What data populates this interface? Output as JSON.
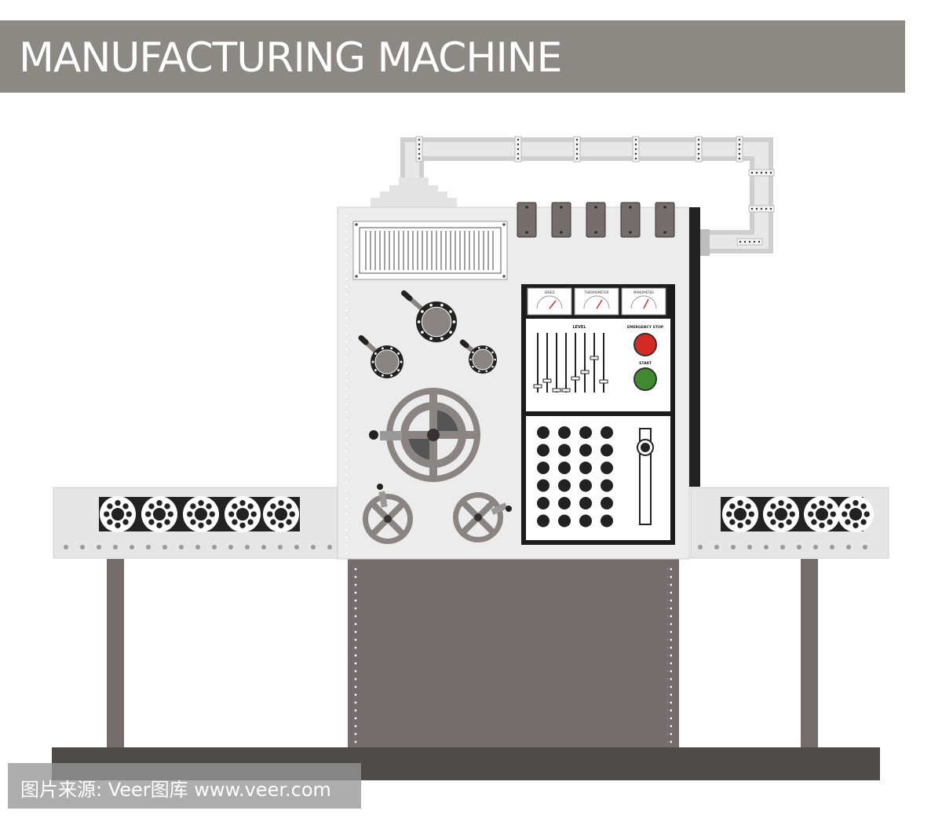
{
  "title": "MANUFACTURING MACHINE",
  "gauges": {
    "speed_label": "SPEED",
    "thermometer_label": "THERMOMETER",
    "manometer_label": "MANOMETER"
  },
  "level_label": "LEVEL",
  "emergency_label": "EMERGENCY STOP",
  "start_label": "START",
  "watermark": "图片来源: Veer图库 www.veer.com",
  "colors": {
    "title_bar": "#8c8884",
    "body_panel": "#ececec",
    "base_dark": "#4f4b4a",
    "stand": "#756c6d",
    "emergency_button": "#d52b27",
    "start_button": "#3f8a2e"
  }
}
